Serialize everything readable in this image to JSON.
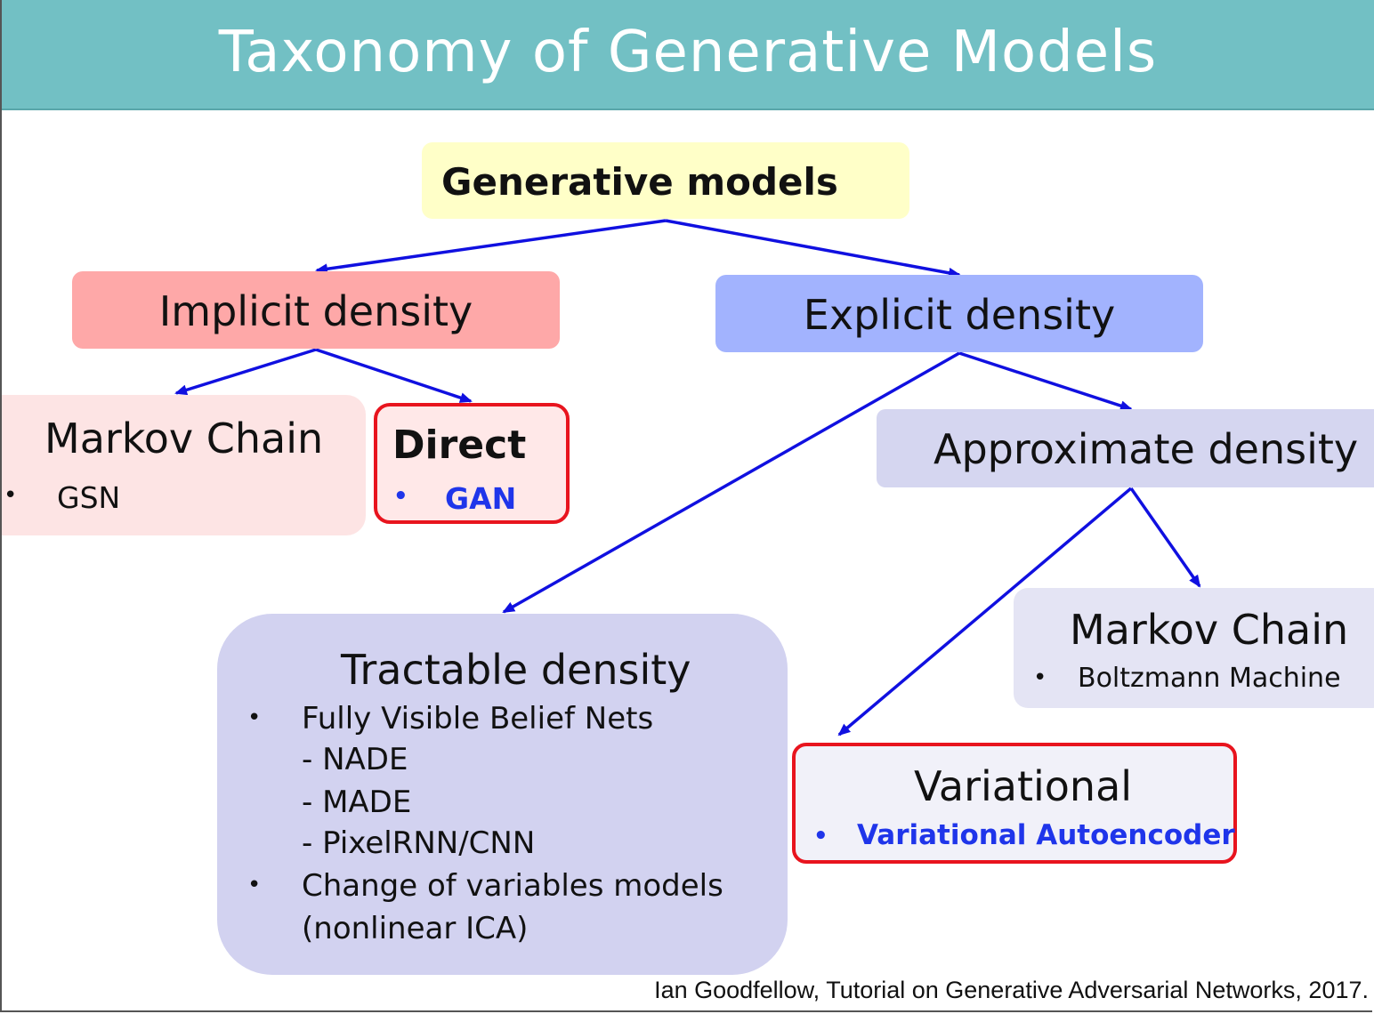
{
  "title": "Taxonomy of Generative Models",
  "root": {
    "label": "Generative models"
  },
  "implicit_density": {
    "label": "Implicit density",
    "markov_chain": {
      "label": "Markov Chain",
      "items": [
        "GSN"
      ]
    },
    "direct": {
      "label": "Direct",
      "items": [
        "GAN"
      ]
    }
  },
  "explicit_density": {
    "label": "Explicit density",
    "tractable": {
      "label": "Tractable density",
      "items": [
        {
          "text": "Fully Visible Belief Nets",
          "subitems": [
            "- NADE",
            "- MADE",
            "- PixelRNN/CNN"
          ]
        },
        {
          "text": "Change of variables models",
          "continuation": "(nonlinear ICA)"
        }
      ]
    },
    "approximate": {
      "label": "Approximate density",
      "markov_chain": {
        "label": "Markov Chain",
        "items": [
          "Boltzmann Machine"
        ]
      },
      "variational": {
        "label": "Variational",
        "items": [
          "Variational Autoencoder"
        ]
      }
    }
  },
  "highlight_color": "#e8141e",
  "arrow_color": "#1010e0",
  "citation": "Ian Goodfellow, Tutorial on Generative Adversarial Networks, 2017."
}
